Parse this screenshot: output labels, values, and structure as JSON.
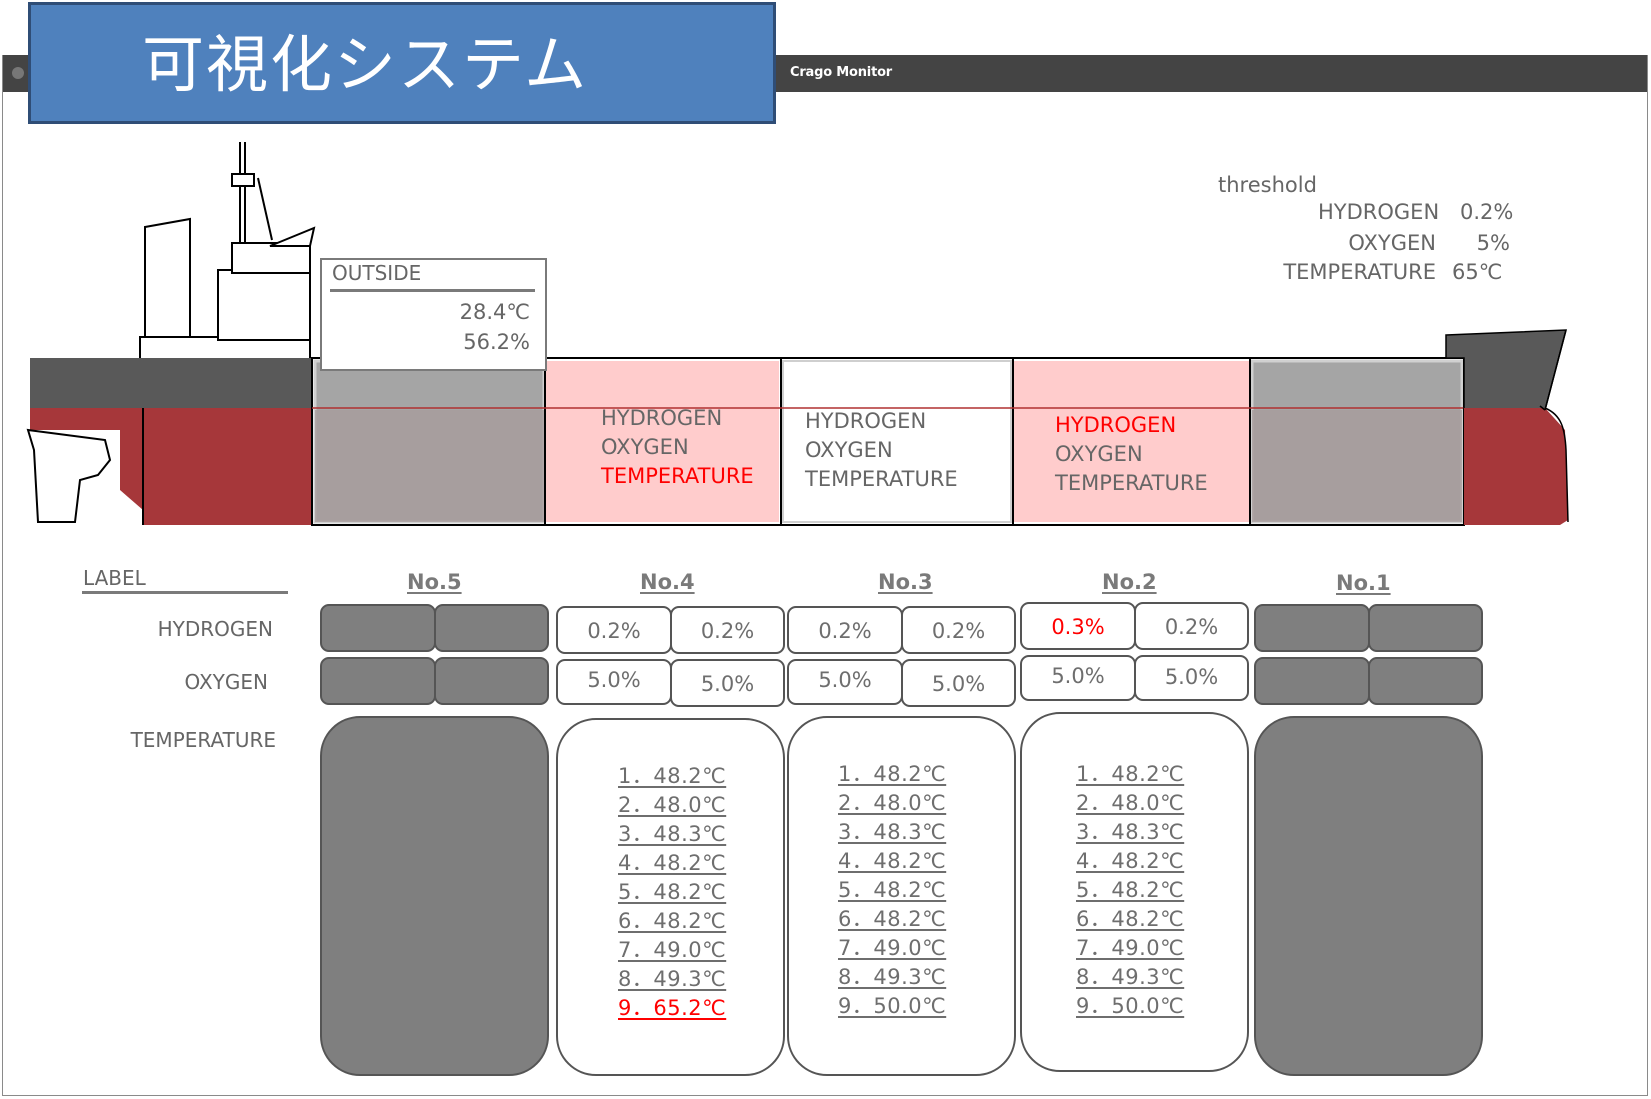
{
  "banner": {
    "title": "可視化システム"
  },
  "window": {
    "title": "Crago Monitor"
  },
  "threshold": {
    "heading": "threshold",
    "rows": [
      {
        "label": "HYDROGEN",
        "value": "0.2%"
      },
      {
        "label": "OXYGEN",
        "value": "5%"
      },
      {
        "label": "TEMPERATURE",
        "value": "65℃"
      }
    ]
  },
  "outside": {
    "title": "OUTSIDE",
    "temperature": "28.4℃",
    "humidity": "56.2%"
  },
  "ship": {
    "tank_labels": {
      "hydrogen": "HYDROGEN",
      "oxygen": "OXYGEN",
      "temperature": "TEMPERATURE"
    },
    "colors": {
      "hull": "#a6373a",
      "deck": "#595959",
      "alert_fill": "#ffcccc",
      "inactive": "#a5a5a5"
    }
  },
  "table": {
    "label_heading": "LABEL",
    "row_labels": {
      "hydrogen": "HYDROGEN",
      "oxygen": "OXYGEN",
      "temperature": "TEMPERATURE"
    },
    "columns": [
      {
        "name": "No.5",
        "active": false
      },
      {
        "name": "No.4",
        "active": true,
        "hydrogen": [
          "0.2%",
          "0.2%"
        ],
        "oxygen": [
          "5.0%",
          "5.0%"
        ],
        "temps": [
          "1．48.2℃",
          "2．48.0℃",
          "3．48.3℃",
          "4．48.2℃",
          "5．48.2℃",
          "6．48.2℃",
          "7．49.0℃",
          "8．49.3℃",
          "9．65.2℃"
        ]
      },
      {
        "name": "No.3",
        "active": true,
        "hydrogen": [
          "0.2%",
          "0.2%"
        ],
        "oxygen": [
          "5.0%",
          "5.0%"
        ],
        "temps": [
          "1．48.2℃",
          "2．48.0℃",
          "3．48.3℃",
          "4．48.2℃",
          "5．48.2℃",
          "6．48.2℃",
          "7．49.0℃",
          "8．49.3℃",
          "9．50.0℃"
        ]
      },
      {
        "name": "No.2",
        "active": true,
        "hydrogen": [
          "0.3%",
          "0.2%"
        ],
        "oxygen": [
          "5.0%",
          "5.0%"
        ],
        "temps": [
          "1．48.2℃",
          "2．48.0℃",
          "3．48.3℃",
          "4．48.2℃",
          "5．48.2℃",
          "6．48.2℃",
          "7．49.0℃",
          "8．49.3℃",
          "9．50.0℃"
        ]
      },
      {
        "name": "No.1",
        "active": false
      }
    ]
  },
  "alert_color": "#ff0000"
}
